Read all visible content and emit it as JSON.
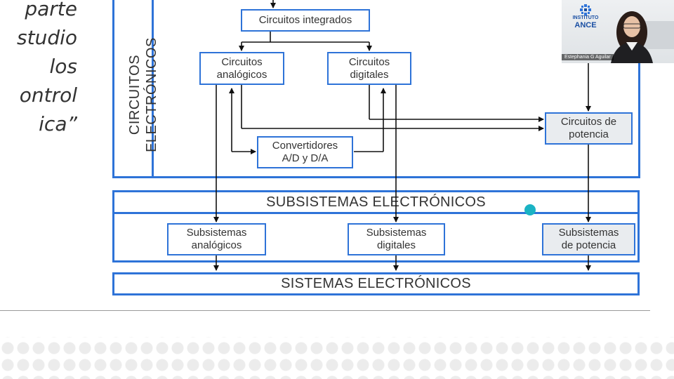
{
  "slide": {
    "quote_lines": [
      "parte",
      "studio",
      "los",
      "ontrol",
      "ica”"
    ],
    "vertical_label": "CIRCUITOS\nELECTRÓNICOS",
    "boxes": {
      "integrados": "Circuitos integrados",
      "analogicos": "Circuitos\nanalógicos",
      "digitales": "Circuitos\ndigitales",
      "convertidores": "Convertidores\nA/D y D/A",
      "potencia": "Circuitos de\npotencia",
      "sub_analogicos": "Subsistemas\nanalógicos",
      "sub_digitales": "Subsistemas\ndigitales",
      "sub_potencia": "Subsistemas\nde potencia"
    },
    "bands": {
      "subsistemas": "SUBSISTEMAS ELECTRÓNICOS",
      "sistemas": "SISTEMAS ELECTRÓNICOS"
    }
  },
  "video": {
    "logo_line1": "INSTITUTO",
    "logo_line2": "ANCE",
    "participant_name": "Estephania G Aguilar"
  },
  "colors": {
    "accent": "#2e73d8",
    "pointer": "#1ab3c4",
    "text": "#333333"
  }
}
